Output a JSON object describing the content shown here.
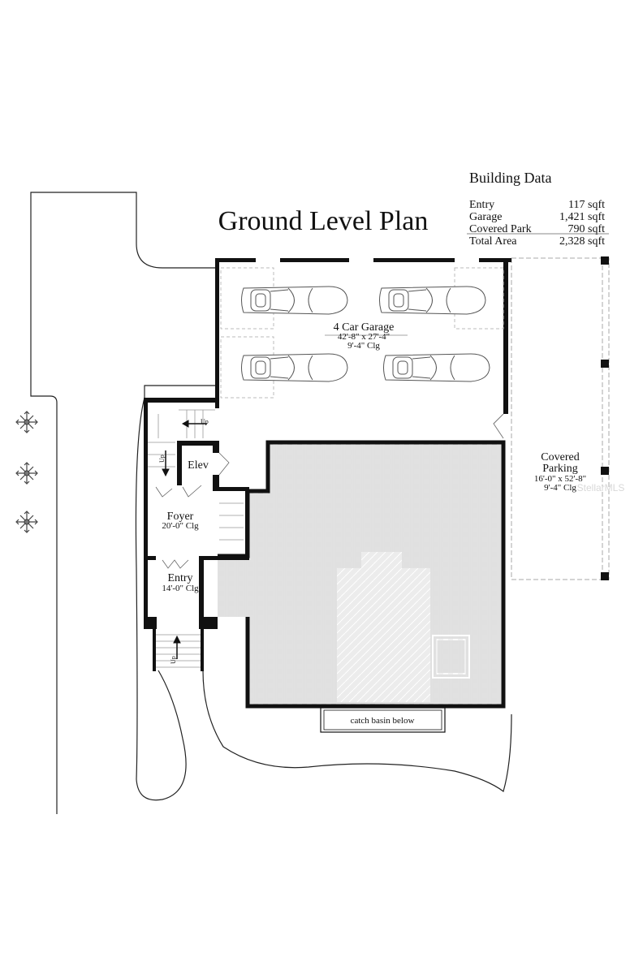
{
  "title": "Ground Level Plan",
  "building_data": {
    "heading": "Building Data",
    "rows": [
      {
        "label": "Entry",
        "value": "117 sqft"
      },
      {
        "label": "Garage",
        "value": "1,421 sqft"
      },
      {
        "label": "Covered Park",
        "value": "790 sqft"
      }
    ],
    "total": {
      "label": "Total Area",
      "value": "2,328 sqft"
    }
  },
  "rooms": {
    "garage": {
      "name": "4 Car Garage",
      "size": "42'-8\" x 27'-4\"",
      "ceiling": "9'-4\" Clg"
    },
    "covered_parking": {
      "name1": "Covered",
      "name2": "Parking",
      "size": "16'-0\" x 52'-8\"",
      "ceiling": "9'-4\" Clg"
    },
    "elevator": {
      "name": "Elev"
    },
    "foyer": {
      "name": "Foyer",
      "ceiling": "20'-0\" Clg"
    },
    "entry": {
      "name": "Entry",
      "ceiling": "14'-0\" Clg"
    },
    "catch_basin": "catch basin below"
  },
  "stair_labels": {
    "up": "Up"
  },
  "watermark": "StellarMLS",
  "colors": {
    "line": "#111111",
    "paving": "#c8c8c8",
    "paving_light": "#e6e6e6"
  }
}
